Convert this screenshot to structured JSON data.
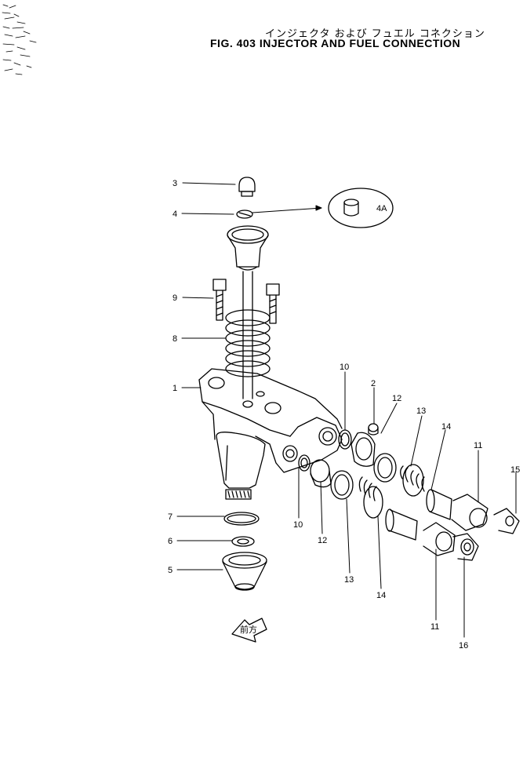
{
  "title": {
    "japanese": "インジェクタ および フュエル コネクション",
    "english": "FIG. 403 INJECTOR AND FUEL CONNECTION"
  },
  "callouts": [
    {
      "id": "c-3",
      "label": "3"
    },
    {
      "id": "c-4",
      "label": "4"
    },
    {
      "id": "c-4a",
      "label": "4A"
    },
    {
      "id": "c-9",
      "label": "9"
    },
    {
      "id": "c-8",
      "label": "8"
    },
    {
      "id": "c-1",
      "label": "1"
    },
    {
      "id": "c-7",
      "label": "7"
    },
    {
      "id": "c-6",
      "label": "6"
    },
    {
      "id": "c-5",
      "label": "5"
    },
    {
      "id": "c-10a",
      "label": "10"
    },
    {
      "id": "c-2",
      "label": "2"
    },
    {
      "id": "c-12a",
      "label": "12"
    },
    {
      "id": "c-13a",
      "label": "13"
    },
    {
      "id": "c-14a",
      "label": "14"
    },
    {
      "id": "c-11a",
      "label": "11"
    },
    {
      "id": "c-15",
      "label": "15"
    },
    {
      "id": "c-10b",
      "label": "10"
    },
    {
      "id": "c-12b",
      "label": "12"
    },
    {
      "id": "c-13b",
      "label": "13"
    },
    {
      "id": "c-14b",
      "label": "14"
    },
    {
      "id": "c-11b",
      "label": "11"
    },
    {
      "id": "c-16",
      "label": "16"
    }
  ],
  "front_marker": {
    "label": "前方"
  }
}
